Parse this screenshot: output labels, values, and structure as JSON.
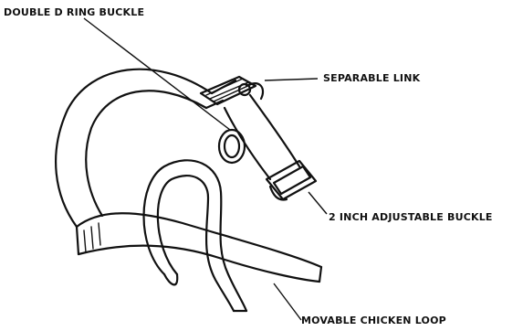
{
  "labels": {
    "double_d_ring_buckle": "DOUBLE D RING BUCKLE",
    "separable_link": "SEPARABLE LINK",
    "adjustable_buckle": "2 INCH ADJUSTABLE BUCKLE",
    "chicken_loop": "MOVABLE CHICKEN LOOP"
  },
  "colors": {
    "ink": "#111111",
    "background": "#ffffff"
  }
}
